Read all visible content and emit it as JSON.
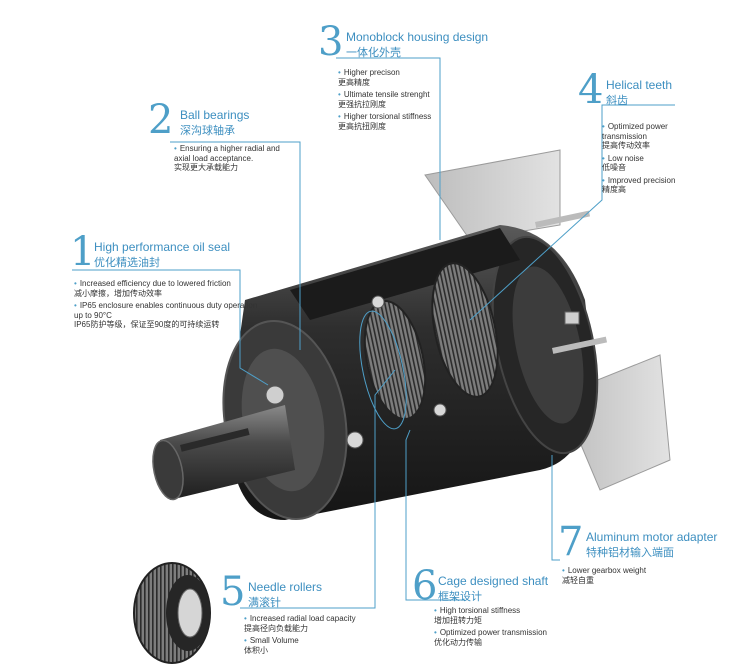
{
  "colors": {
    "accent": "#4e9fc8",
    "text": "#333333",
    "metal_dark": "#2b2b2b",
    "metal_mid": "#6d6d6d",
    "plate": "#cfcfcf"
  },
  "callouts": [
    {
      "id": "oil-seal",
      "number": "1",
      "title_en": "High performance oil seal",
      "title_zh": "优化精选油封",
      "points": [
        {
          "en": "Increased efficiency due to lowered friction",
          "zh": "减小摩擦，增加传动效率"
        },
        {
          "en": "IP65 enclosure enables continuous duty operation up to 90°C",
          "zh": "IP65防护等级，保证至90度的可持续运转"
        }
      ]
    },
    {
      "id": "ball-bearings",
      "number": "2",
      "title_en": "Ball bearings",
      "title_zh": "深沟球轴承",
      "points": [
        {
          "en": "Ensuring a higher radial and axial load acceptance.",
          "zh": "实现更大承载能力"
        }
      ]
    },
    {
      "id": "monoblock-housing",
      "number": "3",
      "title_en": "Monoblock housing design",
      "title_zh": "一体化外壳",
      "points": [
        {
          "en": "Higher precison",
          "zh": "更高精度"
        },
        {
          "en": "Ultimate tensile strenght",
          "zh": "更强抗拉刚度"
        },
        {
          "en": "Higher torsional  stiffness",
          "zh": "更高抗扭刚度"
        }
      ]
    },
    {
      "id": "helical-teeth",
      "number": "4",
      "title_en": "Helical teeth",
      "title_zh": "斜齿",
      "points": [
        {
          "en": "Optimized power transmission",
          "zh": "提高传动效率"
        },
        {
          "en": "Low noise",
          "zh": "低噪音"
        },
        {
          "en": "Improved precision",
          "zh": "精度高"
        }
      ]
    },
    {
      "id": "needle-rollers",
      "number": "5",
      "title_en": "Needle rollers",
      "title_zh": "满滚针",
      "points": [
        {
          "en": "Increased radial load capacity",
          "zh": "提高径向负载能力"
        },
        {
          "en": "Small Volume",
          "zh": "体积小"
        }
      ]
    },
    {
      "id": "cage-shaft",
      "number": "6",
      "title_en": "Cage designed shaft",
      "title_zh": "框架设计",
      "points": [
        {
          "en": "High torsional stiffness",
          "zh": "增加扭转力矩"
        },
        {
          "en": "Optimized power transmission",
          "zh": "优化动力传输"
        }
      ]
    },
    {
      "id": "motor-adapter",
      "number": "7",
      "title_en": "Aluminum motor adapter",
      "title_zh": "特种铝材输入端面",
      "points": [
        {
          "en": "Lower gearbox weight",
          "zh": "减轻自重"
        }
      ]
    }
  ]
}
